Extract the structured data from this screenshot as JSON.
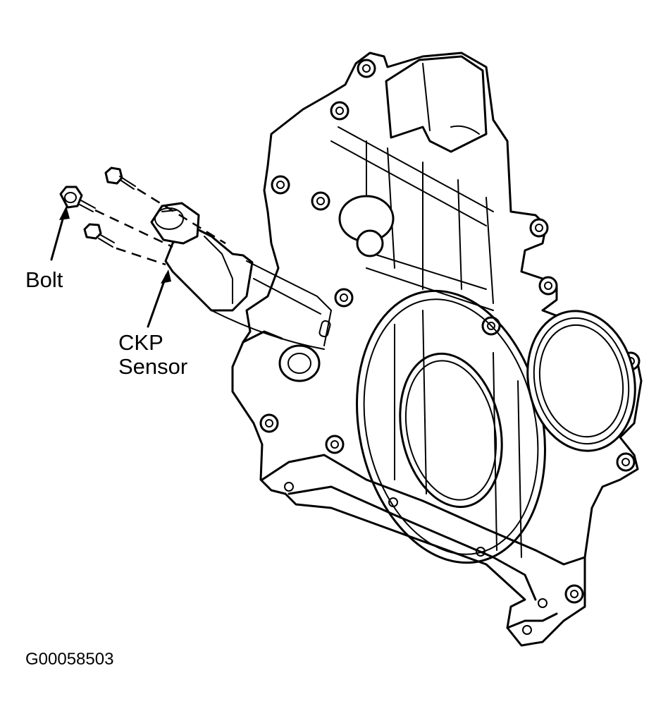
{
  "labels": {
    "bolt": "Bolt",
    "ckp_line1": "CKP",
    "ckp_line2": "Sensor",
    "figure_id": "G00058503"
  },
  "colors": {
    "line": "#000000",
    "background": "#ffffff"
  }
}
